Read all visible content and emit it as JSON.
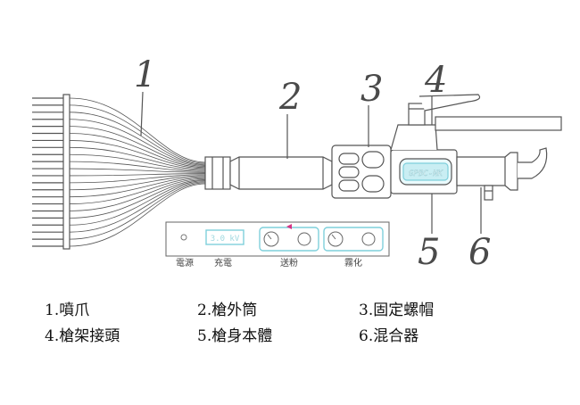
{
  "callouts": [
    "1",
    "2",
    "3",
    "4",
    "5",
    "6"
  ],
  "gun": {
    "body_text": "GPBC-NK"
  },
  "panel": {
    "display_value": "3.0 kV",
    "labels": {
      "power": "電源",
      "charge": "充電",
      "powder": "送粉",
      "atomize": "霧化"
    }
  },
  "legend": [
    "1.噴爪",
    "2.槍外筒",
    "3.固定螺帽",
    "4.槍架接頭",
    "5.槍身本體",
    "6.混合器"
  ],
  "colors": {
    "line": "#555555",
    "accent": "#7fd0dc",
    "marker": "#d63384"
  }
}
